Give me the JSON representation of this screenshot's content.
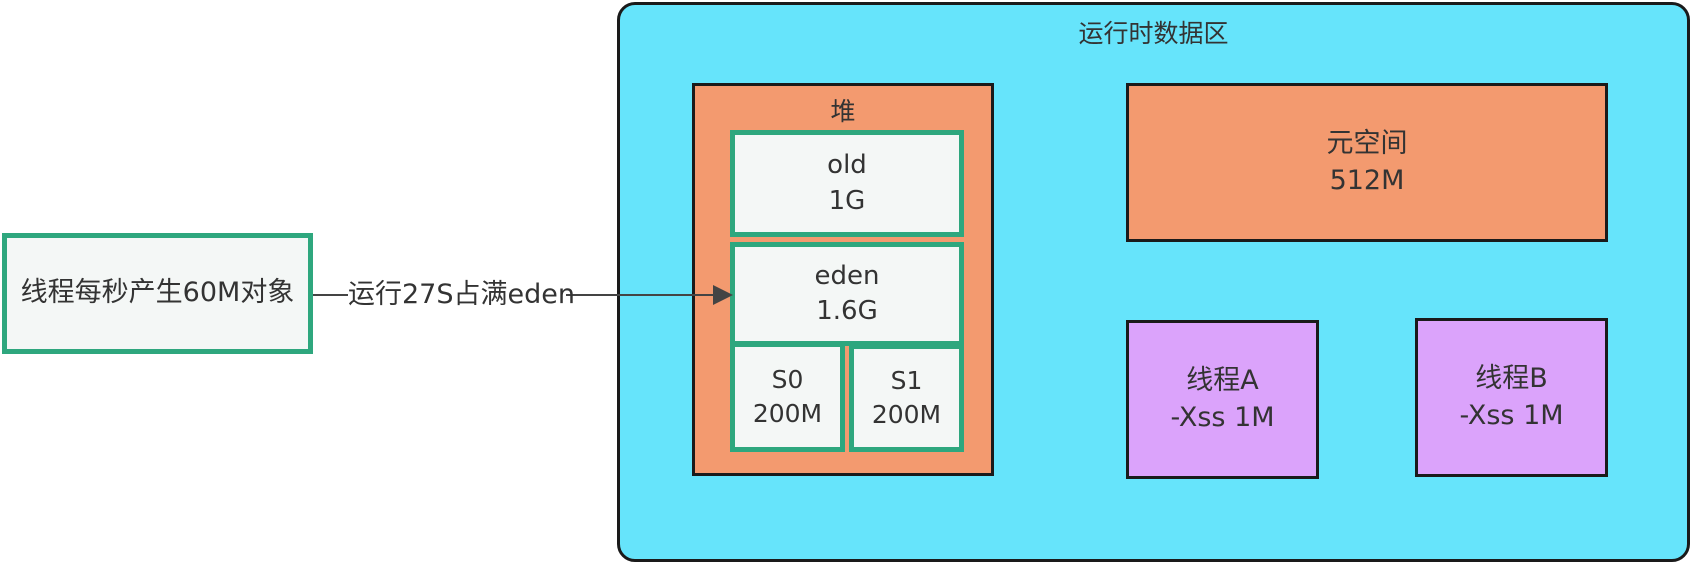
{
  "runtime_area": {
    "title": "运行时数据区"
  },
  "heap": {
    "title": "堆",
    "old": {
      "name": "old",
      "size": "1G"
    },
    "eden": {
      "name": "eden",
      "size": "1.6G"
    },
    "s0": {
      "name": "S0",
      "size": "200M"
    },
    "s1": {
      "name": "S1",
      "size": "200M"
    }
  },
  "metaspace": {
    "name": "元空间",
    "size": "512M"
  },
  "threads": [
    {
      "name": "线程A",
      "stack_param": "-Xss 1M"
    },
    {
      "name": "线程B",
      "stack_param": "-Xss 1M"
    }
  ],
  "source": {
    "label": "线程每秒产生60M对象"
  },
  "arrow": {
    "label": "运行27S占满eden"
  },
  "colors": {
    "runtime_fill": "#66e4fb",
    "heap_fill": "#f39a6f",
    "generation_fill": "#f4f7f6",
    "generation_border": "#2ea77e",
    "thread_fill": "#dba3fb",
    "outline": "#1a1a1a"
  }
}
